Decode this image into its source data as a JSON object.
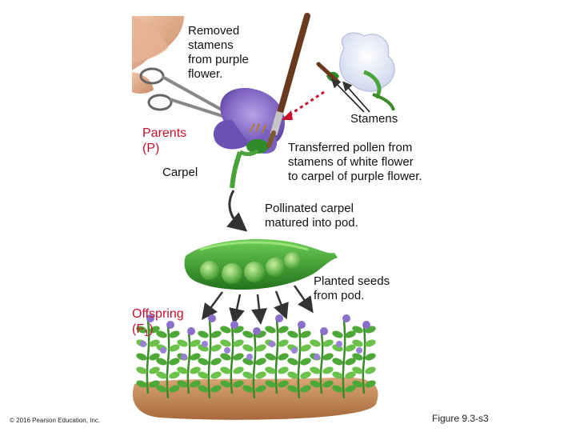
{
  "labels": {
    "removed_stamens": "Removed\nstamens\nfrom purple\nflower.",
    "stamens": "Stamens",
    "parents": "Parents\n(P)",
    "carpel": "Carpel",
    "transferred_pollen": "Transferred pollen from\nstamens of white flower\nto carpel of purple flower.",
    "pollinated_carpel": "Pollinated carpel\nmatured into pod.",
    "planted_seeds": "Planted seeds\nfrom pod.",
    "offspring_prefix": "Offspring\n(F",
    "offspring_subscript": "1",
    "offspring_suffix": ")",
    "copyright": "© 2016 Pearson Education, Inc.",
    "figure": "Figure 9.3-s3"
  },
  "colors": {
    "accent_red": "#c8102e",
    "purple_petal": "#8b6fc9",
    "white_petal": "#e8ecf6",
    "pea_green": "#3f9a2e",
    "soil": "#c58a55",
    "skin": "#e6b08f"
  }
}
